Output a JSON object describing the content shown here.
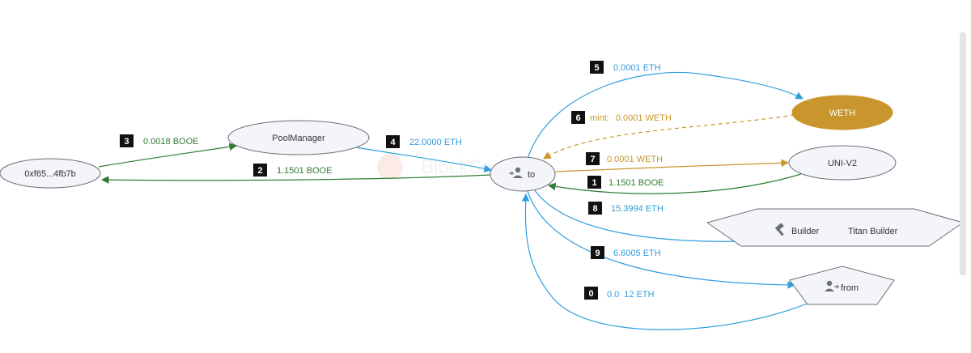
{
  "colors": {
    "blue": "#2f9ee0",
    "green": "#2e7d32",
    "gold": "#c8962c",
    "node_fill": "#f4f5f8",
    "node_stroke": "#6b6f7a",
    "badge": "#111111"
  },
  "watermark": "BlockSec",
  "nodes": {
    "addr": {
      "label": "0xf65...4fb7b"
    },
    "pool": {
      "label": "PoolManager"
    },
    "to": {
      "label": "to",
      "icon": "user-arrow-icon"
    },
    "weth": {
      "label": "WETH"
    },
    "univ2": {
      "label": "UNI-V2"
    },
    "builder": {
      "label": "Builder",
      "sublabel": "Titan Builder",
      "icon": "hammer-icon"
    },
    "from": {
      "label": "from",
      "icon": "user-arrow-icon"
    }
  },
  "edges": [
    {
      "id": "e0",
      "badge": "0",
      "label": "0.0",
      "label_faded": "",
      "label_tail": "12 ETH",
      "color": "blue"
    },
    {
      "id": "e1",
      "badge": "1",
      "label": "1.1501 BOOE",
      "color": "green"
    },
    {
      "id": "e2",
      "badge": "2",
      "label": "1.1501 BOOE",
      "color": "green"
    },
    {
      "id": "e3",
      "badge": "3",
      "label": "0.0018 BOOE",
      "color": "green"
    },
    {
      "id": "e4",
      "badge": "4",
      "label": "22.0000 ETH",
      "color": "blue"
    },
    {
      "id": "e5",
      "badge": "5",
      "label": "0.0001 ETH",
      "color": "blue"
    },
    {
      "id": "e6",
      "badge": "6",
      "prefix": "mint:",
      "label": "0.0001 WETH",
      "color": "gold"
    },
    {
      "id": "e7",
      "badge": "7",
      "label": "0.0001 WETH",
      "color": "gold"
    },
    {
      "id": "e8",
      "badge": "8",
      "label": "15.3994 ETH",
      "color": "blue"
    },
    {
      "id": "e9",
      "badge": "9",
      "label": "6.6005 ETH",
      "color": "blue"
    }
  ]
}
